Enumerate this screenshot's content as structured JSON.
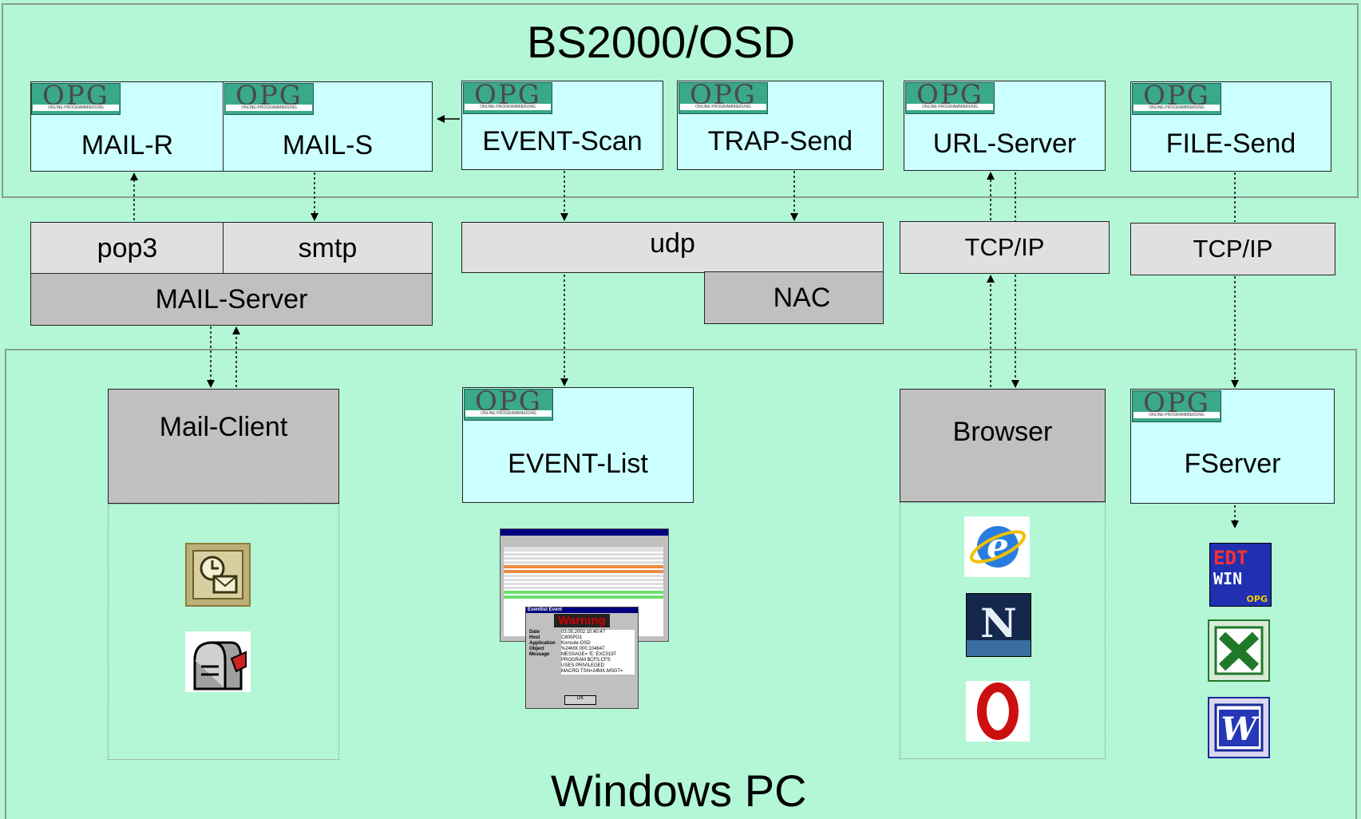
{
  "regions": {
    "bs2000_title": "BS2000/OSD",
    "windows_title": "Windows PC"
  },
  "logo": {
    "text": "OPG",
    "subtext": "ONLINE-PROGRAMMIERUNG"
  },
  "bs2000_boxes": {
    "mail_r": "MAIL-R",
    "mail_s": "MAIL-S",
    "event_scan": "EVENT-Scan",
    "trap_send": "TRAP-Send",
    "url_server": "URL-Server",
    "file_send": "FILE-Send"
  },
  "middle_boxes": {
    "pop3": "pop3",
    "smtp": "smtp",
    "mail_server": "MAIL-Server",
    "udp": "udp",
    "nac": "NAC",
    "tcpip_1": "TCP/IP",
    "tcpip_2": "TCP/IP"
  },
  "pc_boxes": {
    "mail_client": "Mail-Client",
    "event_list": "EVENT-List",
    "browser": "Browser",
    "fserver": "FServer"
  },
  "icons": {
    "mail_client": [
      "outlook-icon",
      "mailbox-icon"
    ],
    "event_list": [
      "eventlist-screenshot-icon"
    ],
    "browser": [
      "internet-explorer-icon",
      "netscape-icon",
      "opera-icon"
    ],
    "fserver": [
      "edt-win-icon",
      "excel-icon",
      "word-icon"
    ]
  },
  "screenshot": {
    "dialog_title": "Eventlist Event",
    "warning": "Warning",
    "fields": [
      "Date",
      "Host",
      "Application",
      "Object",
      "Message"
    ],
    "values": [
      "03.05.2002 10:40:47",
      "C800PG1",
      "Konsole-OSD",
      "%24MX.000.104847"
    ],
    "message": [
      "MESSAGE= 'E: EXC0197",
      "PROGRAM $CFS.CFS",
      "USES PRIVILEGED",
      "MACRO.TSN=24MX,MSG7="
    ],
    "ok": "OK"
  },
  "edt_icon": {
    "line1": "EDT",
    "line2": "WIN",
    "line3": "OPG"
  },
  "colors": {
    "background": "#b3f7d6",
    "cyan_box": "#ccffff",
    "light_gray": "#e0e0e0",
    "dark_gray": "#c0c0c0",
    "logo_green": "#3aa88a"
  }
}
